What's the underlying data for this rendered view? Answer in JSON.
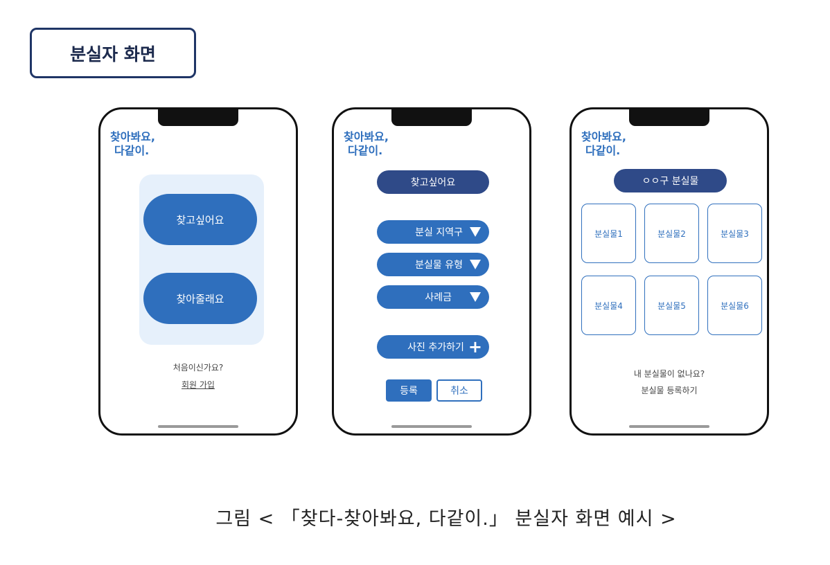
{
  "header": {
    "title": "분실자 화면"
  },
  "brand": {
    "line1": "찾아봐요,",
    "line2": "다같이."
  },
  "phone1": {
    "find_button": "찾고싶어요",
    "help_button": "찾아줄래요",
    "first_time": "처음이신가요?",
    "signup": "회원 가입"
  },
  "phone2": {
    "title_pill": "찾고싶어요",
    "dropdowns": [
      "분실 지역구",
      "분실물 유형",
      "사례금"
    ],
    "add_photo": "사진 추가하기",
    "register": "등록",
    "cancel": "취소"
  },
  "phone3": {
    "district": "ㅇㅇ구 분실물",
    "items": [
      "분실물1",
      "분실물2",
      "분실물3",
      "분실물4",
      "분실물5",
      "분실물6"
    ],
    "no_item": "내 분실물이 없나요?",
    "register_item": "분실물 등록하기"
  },
  "caption": "그림 < 「찾다-찾아봐요, 다같이.」 분실자 화면 예시 >",
  "colors": {
    "brand_blue": "#2f6fbd",
    "navy": "#2f4a88",
    "panel": "#e6f0fb"
  }
}
